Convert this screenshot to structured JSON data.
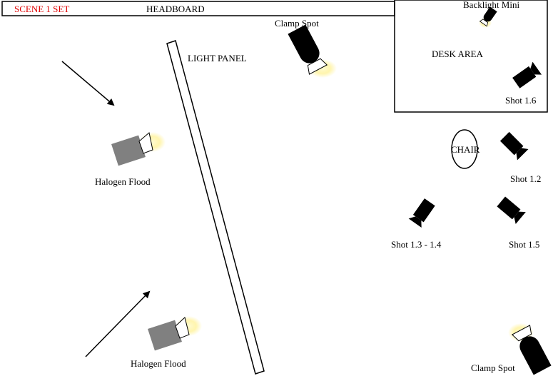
{
  "header": {
    "scene_label": "SCENE 1 SET",
    "headboard_label": "HEADBOARD"
  },
  "areas": {
    "desk_area_label": "DESK AREA",
    "chair_label": "CHAIR",
    "light_panel_label": "LIGHT PANEL"
  },
  "lights": {
    "clamp_spot_top": "Clamp Spot",
    "clamp_spot_bottom": "Clamp Spot",
    "backlight_mini": "Backlight Mini",
    "halogen_flood_top": "Halogen Flood",
    "halogen_flood_bottom": "Halogen Flood"
  },
  "shots": {
    "shot_1_6": "Shot 1.6",
    "shot_1_2": "Shot 1.2",
    "shot_1_3_1_4": "Shot 1.3 - 1.4",
    "shot_1_5": "Shot 1.5"
  },
  "colors": {
    "scene_label": "#e00000",
    "flood_body": "#808080",
    "camera_body": "#000000",
    "light_glow": "#fff3a0"
  }
}
